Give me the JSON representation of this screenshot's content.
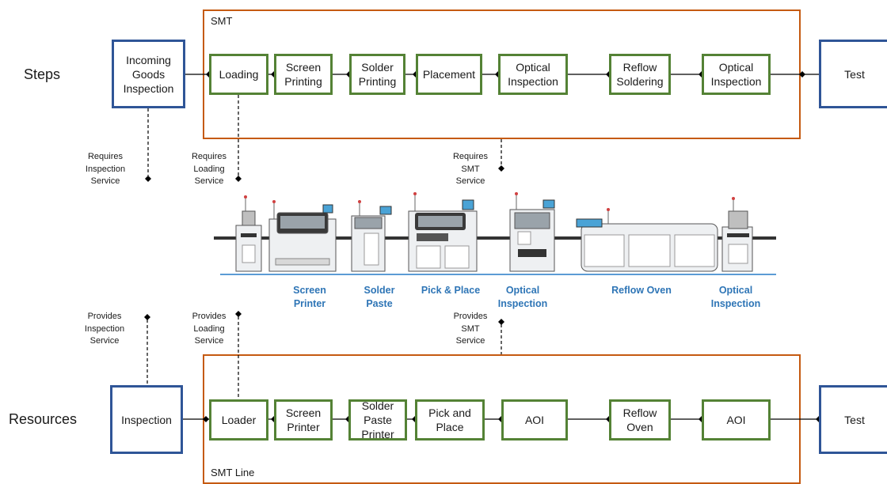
{
  "rows": {
    "steps_label": "Steps",
    "resources_label": "Resources"
  },
  "groups": {
    "smt_label": "SMT",
    "smt_line_label": "SMT Line"
  },
  "steps": {
    "incoming": "Incoming\nGoods\nInspection",
    "loading": "Loading",
    "screen_printing": "Screen\nPrinting",
    "solder_printing": "Solder\nPrinting",
    "placement": "Placement",
    "optical_inspection_1": "Optical\nInspection",
    "reflow_soldering": "Reflow\nSoldering",
    "optical_inspection_2": "Optical\nInspection",
    "test": "Test"
  },
  "resources": {
    "inspection": "Inspection",
    "loader": "Loader",
    "screen_printer": "Screen\nPrinter",
    "solder_paste_printer": "Solder\nPaste\nPrinter",
    "pick_and_place": "Pick and\nPlace",
    "aoi_1": "AOI",
    "reflow_oven": "Reflow\nOven",
    "aoi_2": "AOI",
    "test": "Test"
  },
  "annotations": {
    "requires_inspection": "Requires\nInspection\nService",
    "requires_loading": "Requires\nLoading\nService",
    "requires_smt": "Requires\nSMT\nService",
    "provides_inspection": "Provides\nInspection\nService",
    "provides_loading": "Provides\nLoading\nService",
    "provides_smt": "Provides\nSMT\nService"
  },
  "machine_labels": {
    "screen_printer": "Screen\nPrinter",
    "solder_paste": "Solder\nPaste",
    "pick_place": "Pick & Place",
    "optical_inspection_1": "Optical\nInspection",
    "reflow_oven": "Reflow Oven",
    "optical_inspection_2": "Optical\nInspection"
  },
  "colors": {
    "step_border": "#548235",
    "external_border": "#2f5597",
    "group_border": "#c55a11",
    "machine_label": "#2e75b6"
  }
}
